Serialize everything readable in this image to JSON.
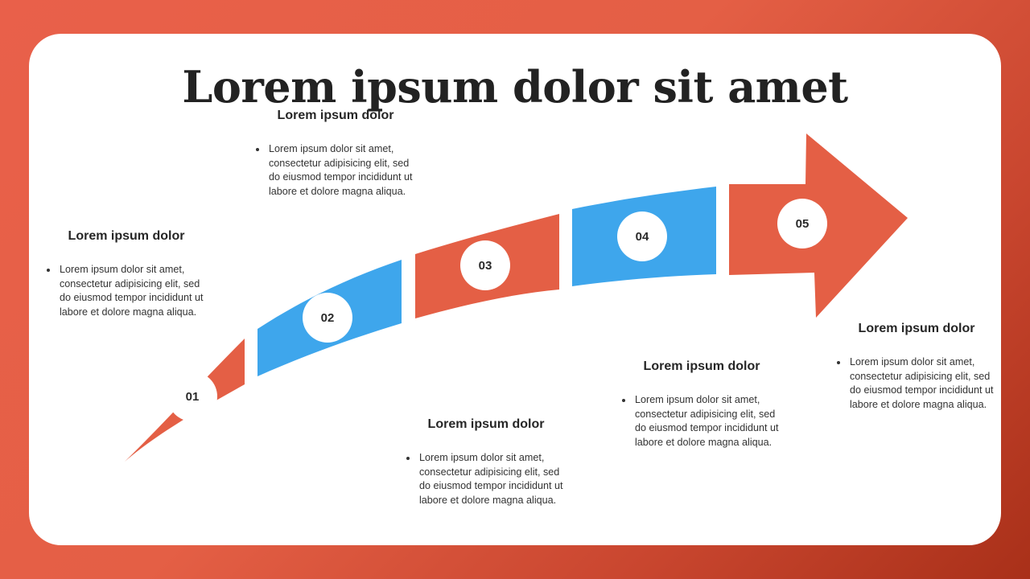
{
  "title": "Lorem ipsum dolor sit amet",
  "colors": {
    "red": "#e45f45",
    "blue": "#3ea6ec",
    "white": "#ffffff",
    "text": "#262626"
  },
  "steps": [
    {
      "number": "01",
      "heading": "Lorem ipsum dolor",
      "body": "Lorem ipsum dolor sit amet, consectetur adipisicing elit, sed do eiusmod tempor incididunt ut labore et dolore magna aliqua."
    },
    {
      "number": "02",
      "heading": "Lorem ipsum dolor",
      "body": "Lorem ipsum dolor sit amet, consectetur adipisicing elit, sed do eiusmod tempor incididunt ut labore et dolore magna aliqua."
    },
    {
      "number": "03",
      "heading": "Lorem ipsum dolor",
      "body": "Lorem ipsum dolor sit amet, consectetur adipisicing elit, sed do eiusmod tempor incididunt ut labore et dolore magna aliqua."
    },
    {
      "number": "04",
      "heading": "Lorem ipsum dolor",
      "body": "Lorem ipsum dolor sit amet, consectetur adipisicing elit, sed do eiusmod tempor incididunt ut labore et dolore magna aliqua."
    },
    {
      "number": "05",
      "heading": "Lorem ipsum dolor",
      "body": "Lorem ipsum dolor sit amet, consectetur adipisicing elit, sed do eiusmod tempor incididunt ut labore et dolore magna aliqua."
    }
  ]
}
